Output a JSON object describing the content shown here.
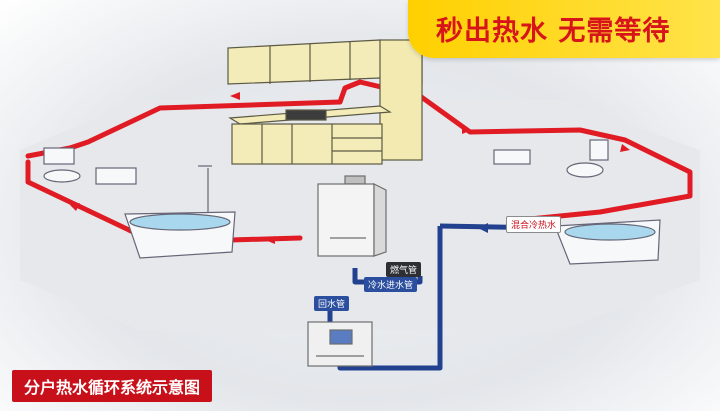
{
  "banner": {
    "text": "秒出热水 无需等待"
  },
  "caption": {
    "text": "分户热水循环系统示意图"
  },
  "labels": {
    "gas_pipe": "燃气管",
    "cold_inlet": "冷水进水管",
    "return_pipe": "回水管",
    "mixed_outlet": "混合冷热水"
  },
  "colors": {
    "hot_pipe": "#e01b24",
    "cold_pipe": "#22418f",
    "banner_bg": "#ffd000",
    "banner_text": "#d7141a",
    "caption_bg": "#c8101b"
  }
}
